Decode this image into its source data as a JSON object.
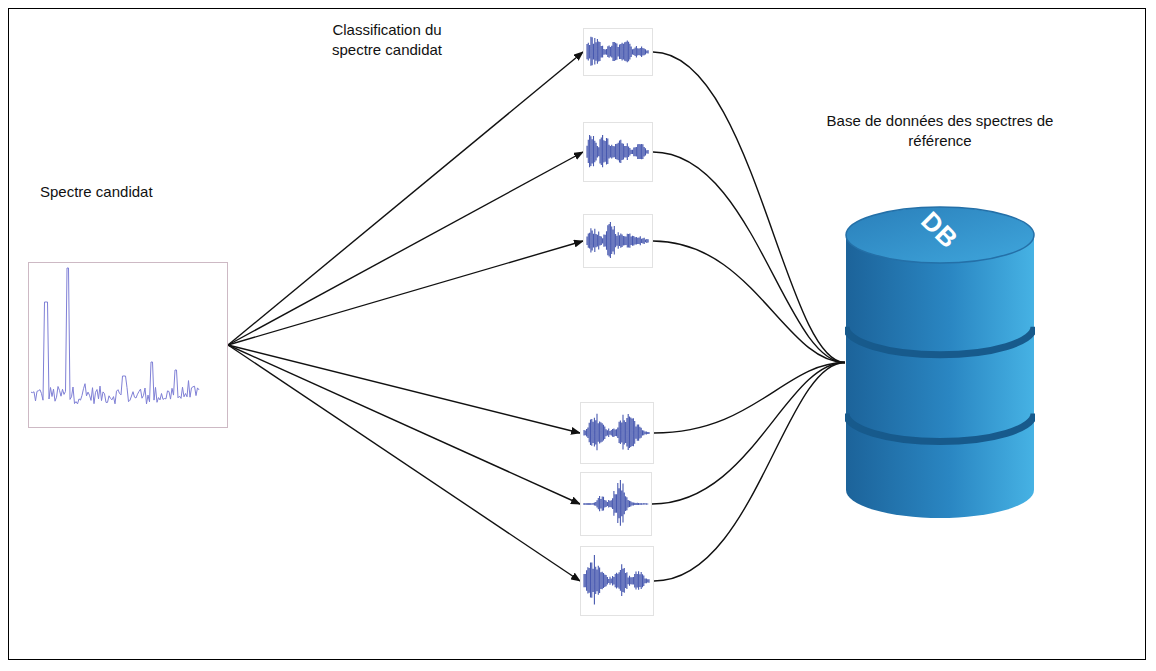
{
  "diagram": {
    "nodes": [
      {
        "text": [
          "Spectre candidat"
        ]
      },
      {
        "text": []
      },
      {
        "text": []
      },
      {
        "text": []
      },
      {
        "text": []
      },
      {
        "text": []
      },
      {
        "text": []
      },
      {
        "text": [
          "Base de données des spectres de référence",
          "DB"
        ]
      }
    ],
    "edges": [
      {
        "from": 0,
        "to": 1,
        "arrow": "to"
      },
      {
        "from": 0,
        "to": 2,
        "arrow": "to"
      },
      {
        "from": 0,
        "to": 3,
        "arrow": "to"
      },
      {
        "from": 0,
        "to": 4,
        "arrow": "to"
      },
      {
        "from": 0,
        "to": 5,
        "arrow": "to"
      },
      {
        "from": 0,
        "to": 6,
        "arrow": "to"
      },
      {
        "from": 1,
        "to": 7,
        "arrow": "none"
      },
      {
        "from": 2,
        "to": 7,
        "arrow": "none"
      },
      {
        "from": 3,
        "to": 7,
        "arrow": "none"
      },
      {
        "from": 4,
        "to": 7,
        "arrow": "none"
      },
      {
        "from": 5,
        "to": 7,
        "arrow": "none"
      },
      {
        "from": 6,
        "to": 7,
        "arrow": "none"
      }
    ],
    "labels": [
      "Classification du spectre candidat"
    ]
  }
}
